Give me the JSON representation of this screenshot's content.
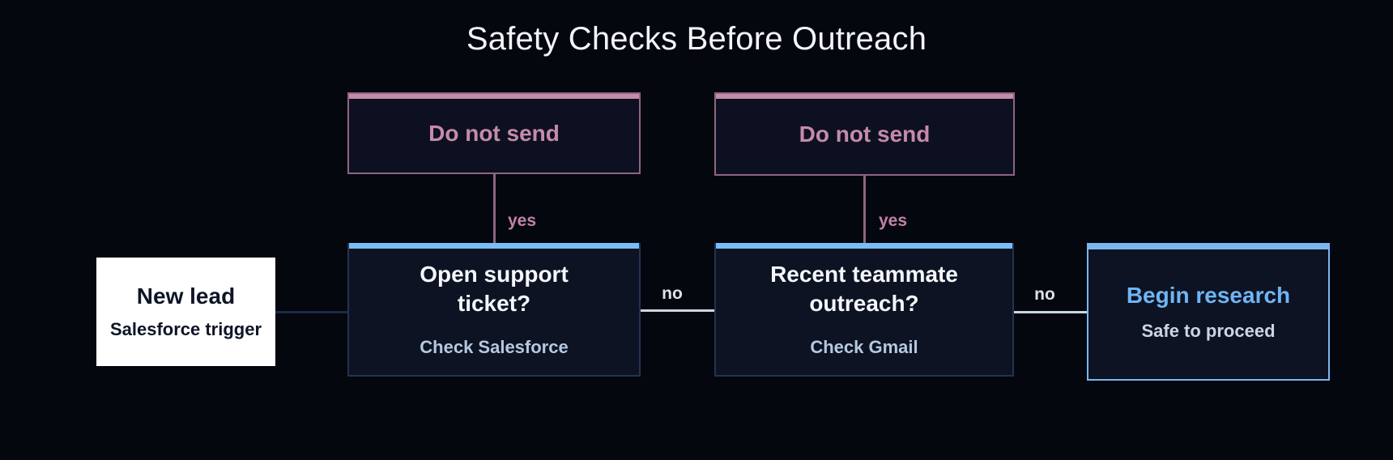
{
  "title": "Safety Checks Before Outreach",
  "colors": {
    "background": "#04070e",
    "node_background_dark": "#0d1322",
    "danger_accent": "#c58baa",
    "danger_border": "#8f6482",
    "question_accent": "#79bdf6",
    "question_border": "#223352",
    "success_accent": "#7ab7f0",
    "success_title": "#6fb5f5",
    "start_background": "#ffffff",
    "start_text": "#0d1526",
    "subtitle_blue": "#b5c8e0",
    "edge_dark": "#1d2b47",
    "edge_light": "#ccd6e4",
    "title_text": "#f2f5f9"
  },
  "nodes": {
    "do_not_send_1": {
      "label": "Do not send"
    },
    "do_not_send_2": {
      "label": "Do not send"
    },
    "new_lead": {
      "title": "New lead",
      "subtitle": "Salesforce trigger"
    },
    "check_support": {
      "title": "Open support ticket?",
      "subtitle": "Check Salesforce"
    },
    "check_outreach": {
      "title": "Recent teammate outreach?",
      "subtitle": "Check Gmail"
    },
    "begin_research": {
      "title": "Begin research",
      "subtitle": "Safe to proceed"
    }
  },
  "edges": {
    "yes_1": {
      "label": "yes"
    },
    "yes_2": {
      "label": "yes"
    },
    "no_1": {
      "label": "no"
    },
    "no_2": {
      "label": "no"
    }
  }
}
